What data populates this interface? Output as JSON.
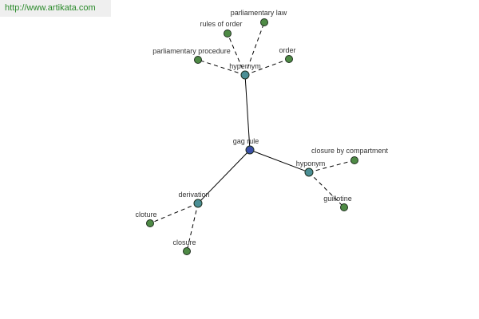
{
  "watermark": {
    "text": "http://www.artikata.com",
    "color": "#2a8a2a"
  },
  "colors": {
    "edge": "#000000",
    "center_node": "#3b4fa8",
    "relation_node": "#4b8f95",
    "term_node": "#4e8a45",
    "label": "#333333"
  },
  "graph": {
    "center": {
      "id": "gag-rule",
      "label": "gag rule"
    },
    "relations": [
      {
        "id": "hypernym",
        "label": "hypernym",
        "terms": [
          {
            "id": "parliamentary-law",
            "label": "parliamentary law"
          },
          {
            "id": "rules-of-order",
            "label": "rules of order"
          },
          {
            "id": "parliamentary-procedure",
            "label": "parliamentary procedure"
          },
          {
            "id": "order",
            "label": "order"
          }
        ]
      },
      {
        "id": "hyponym",
        "label": "hyponym",
        "terms": [
          {
            "id": "closure-by-compartment",
            "label": "closure by compartment"
          },
          {
            "id": "guillotine",
            "label": "guillotine"
          }
        ]
      },
      {
        "id": "derivation",
        "label": "derivation",
        "terms": [
          {
            "id": "cloture",
            "label": "cloture"
          },
          {
            "id": "closure",
            "label": "closure"
          }
        ]
      }
    ]
  }
}
